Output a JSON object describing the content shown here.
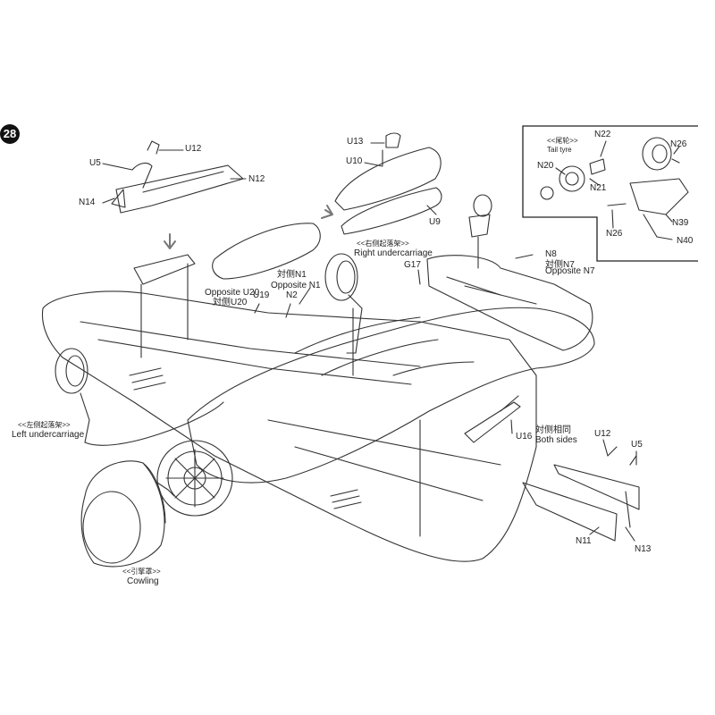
{
  "step_number": "28",
  "inset": {
    "title_cn": "<<尾轮>>",
    "title_en": "Tail tyre",
    "parts": [
      "N22",
      "N20",
      "N21",
      "N26",
      "N39",
      "N26",
      "N40"
    ]
  },
  "labels": {
    "u12_top": "U12",
    "u5_top": "U5",
    "n12": "N12",
    "n14": "N14",
    "u13": "U13",
    "u10": "U10",
    "u9": "U9",
    "right_uc_cn": "<<右侧起落架>>",
    "right_uc_en": "Right undercarriage",
    "n8": "N8",
    "opp_n7_cn": "対侧N7",
    "opp_n7_en": "Opposite N7",
    "g17": "G17",
    "opp_n1_cn": "対侧N1",
    "opp_n1_en": "Opposite N1",
    "n2": "N2",
    "opp_u20_en": "Opposite U20",
    "opp_u20_cn": "対侧U20",
    "u19": "U19",
    "left_uc_cn": "<<左侧起落架>>",
    "left_uc_en": "Left undercarriage",
    "u16": "U16",
    "both_sides_cn": "対侧相同",
    "both_sides_en": "Both sides",
    "u12_bottom": "U12",
    "u5_bottom": "U5",
    "n11": "N11",
    "n13": "N13",
    "cowling_cn": "<<引擎罩>>",
    "cowling_en": "Cowling"
  }
}
